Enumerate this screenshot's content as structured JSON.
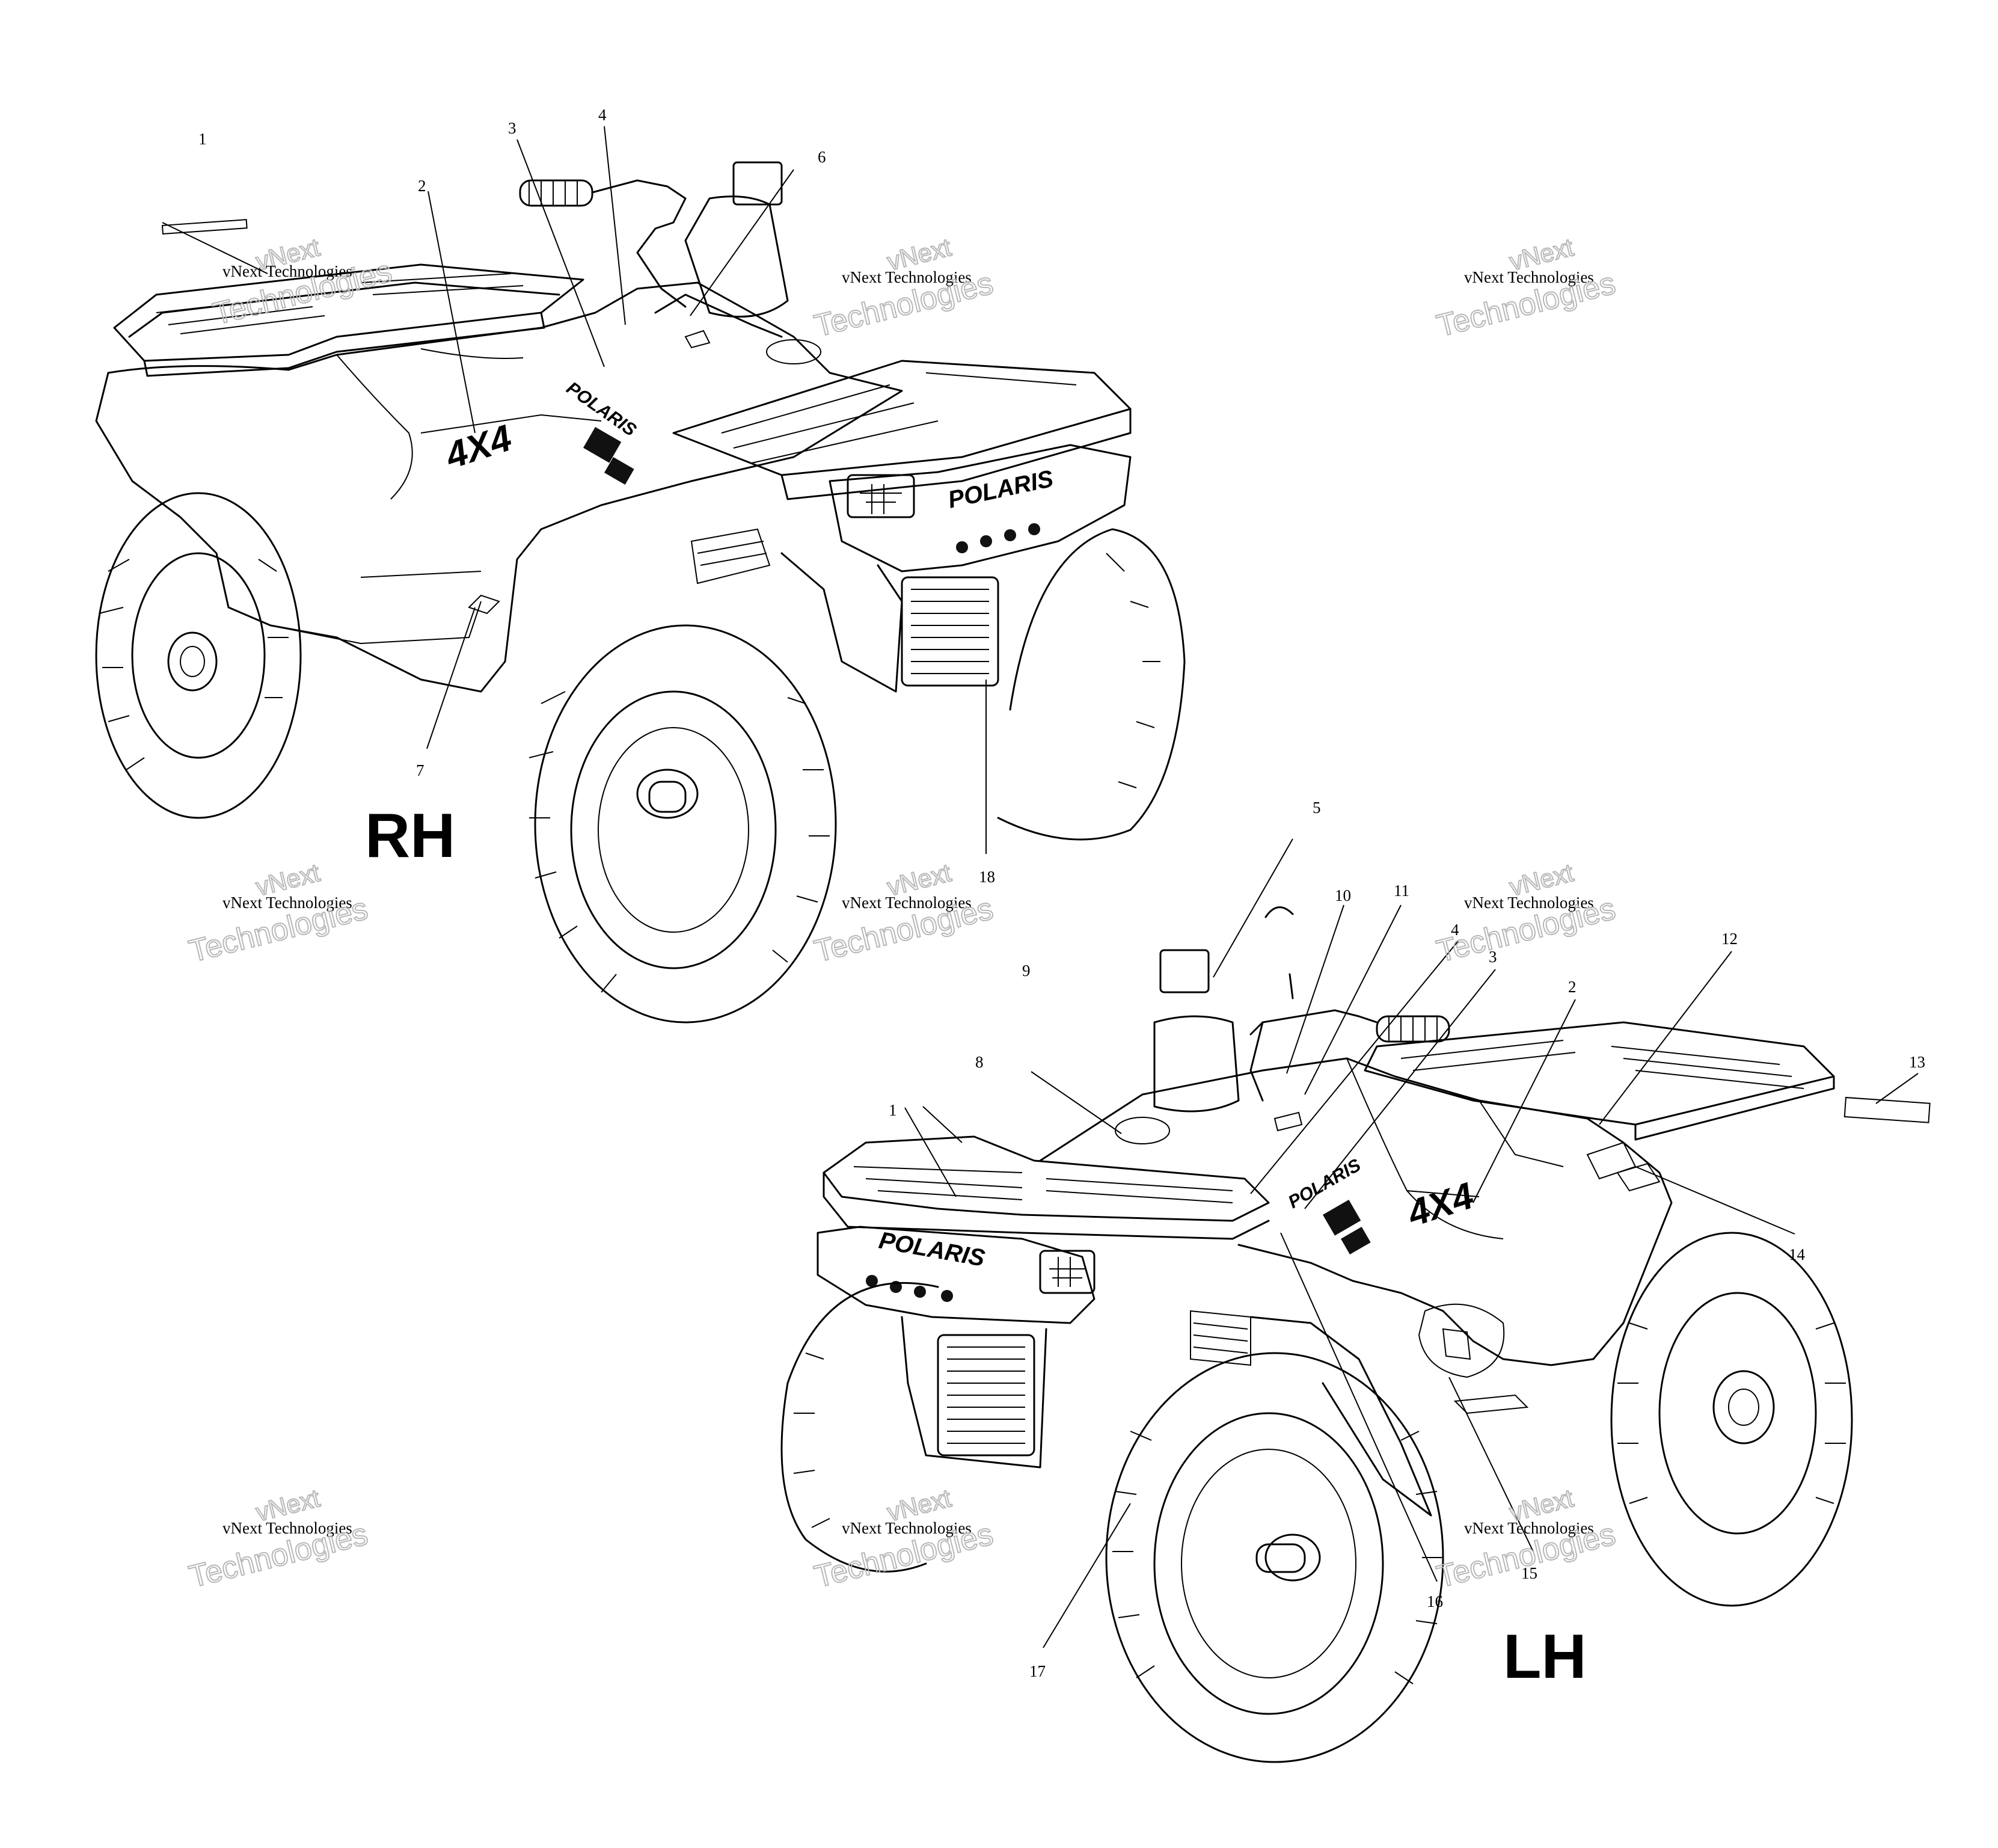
{
  "views": [
    {
      "id": "rh",
      "label": "RH",
      "decals": {
        "brand": "POLARIS",
        "model": "4X4"
      },
      "callouts": [
        "1",
        "2",
        "3",
        "4",
        "6",
        "7",
        "18"
      ]
    },
    {
      "id": "lh",
      "label": "LH",
      "decals": {
        "brand": "POLARIS",
        "model": "4X4"
      },
      "callouts": [
        "1",
        "2",
        "3",
        "4",
        "5",
        "8",
        "9",
        "10",
        "11",
        "12",
        "13",
        "14",
        "15",
        "16",
        "17"
      ]
    }
  ],
  "watermarks": [
    {
      "line0": "vNext",
      "line1": "vNext Technologies",
      "line2": "Technologies"
    },
    {
      "line0": "vNext",
      "line1": "vNext Technologies",
      "line2": "Technologies"
    },
    {
      "line0": "vNext",
      "line1": "vNext Technologies",
      "line2": "Technologies"
    },
    {
      "line0": "vNext",
      "line1": "vNext Technologies",
      "line2": "Technologies"
    },
    {
      "line0": "vNext",
      "line1": "vNext Technologies",
      "line2": "Technologies"
    },
    {
      "line0": "vNext",
      "line1": "vNext Technologies",
      "line2": "Technologies"
    },
    {
      "line0": "vNext",
      "line1": "vNext Technologies",
      "line2": "Technologies"
    },
    {
      "line0": "vNext",
      "line1": "vNext Technologies",
      "line2": "Technologies"
    },
    {
      "line0": "vNext",
      "line1": "vNext Technologies",
      "line2": "Technologies"
    }
  ]
}
